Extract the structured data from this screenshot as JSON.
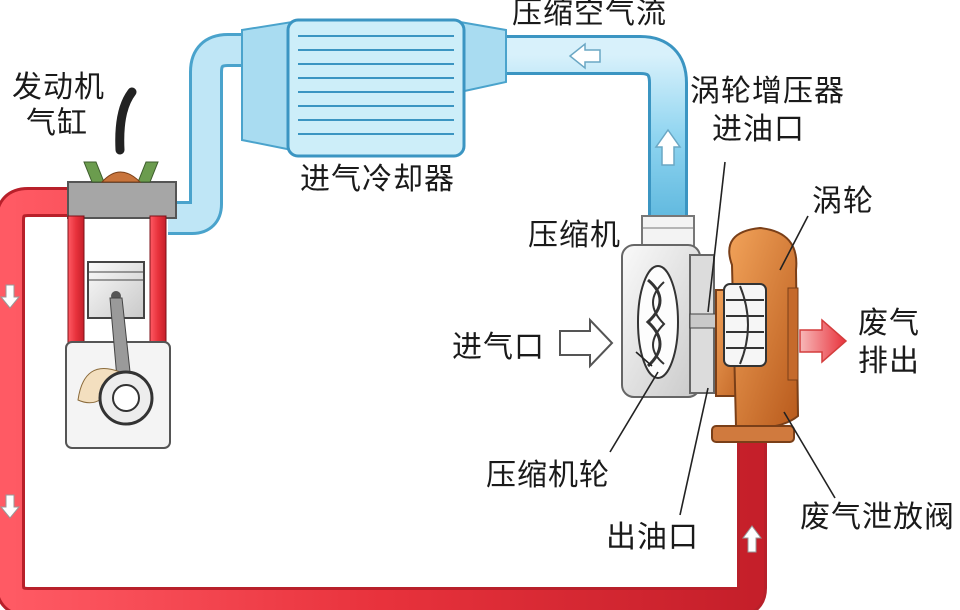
{
  "labels": {
    "engine_cylinder_line1": "发动机",
    "engine_cylinder_line2": "气缸",
    "intercooler": "进气冷却器",
    "compressed_air_flow": "压缩空气流",
    "turbo_oil_inlet_line1": "涡轮增压器",
    "turbo_oil_inlet_line2": "进油口",
    "turbine": "涡轮",
    "compressor": "压缩机",
    "air_inlet": "进气口",
    "exhaust_out_line1": "废气",
    "exhaust_out_line2": "排出",
    "compressor_wheel": "压缩机轮",
    "oil_outlet": "出油口",
    "wastegate": "废气泄放阀"
  },
  "colors": {
    "hot_exhaust": "#e8323c",
    "cool_air": "#8ed4f0",
    "intercooler_body": "#bfe6f6",
    "turbine_housing": "#d9782e",
    "compressor_housing": "#e4e4e4"
  }
}
